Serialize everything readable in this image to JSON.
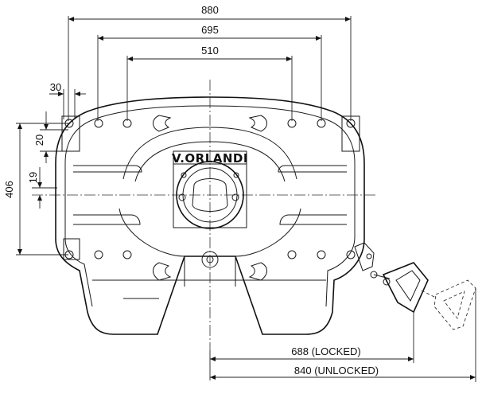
{
  "drawing": {
    "brand": "V.ORLANDI",
    "dimensions": {
      "width_outer": "880",
      "width_mid": "695",
      "width_inner": "510",
      "hole_offset": "30",
      "hole_height": "20",
      "height_total": "406",
      "height_offset": "19",
      "lever_locked": "688 (LOCKED)",
      "lever_unlocked": "840 (UNLOCKED)"
    }
  }
}
